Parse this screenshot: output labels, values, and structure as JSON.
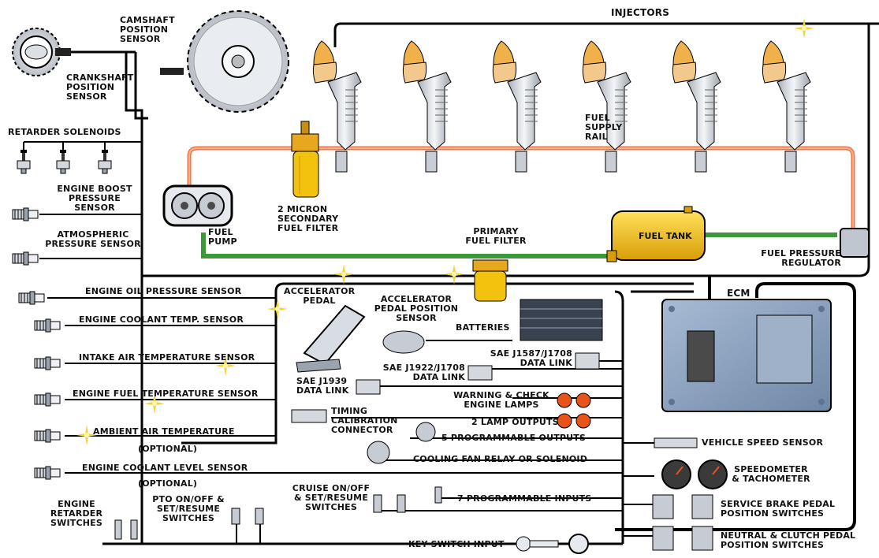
{
  "components": {
    "injectors": "INJECTORS",
    "camshaft_sensor": "CAMSHAFT POSITION SENSOR",
    "crankshaft_sensor": "CRANKSHAFT POSITION SENSOR",
    "retarder_solenoids": "RETARDER SOLENOIDS",
    "engine_boost_sensor": "ENGINE BOOST PRESSURE SENSOR",
    "atmospheric_sensor": "ATMOSPHERIC PRESSURE SENSOR",
    "fuel_pump": "FUEL PUMP",
    "secondary_filter": "2 MICRON SECONDARY FUEL FILTER",
    "fuel_supply_rail": "FUEL SUPPLY RAIL",
    "primary_filter": "PRIMARY FUEL FILTER",
    "fuel_tank": "FUEL TANK",
    "fuel_pressure_regulator": "FUEL PRESSURE REGULATOR",
    "ecm": "ECM",
    "oil_pressure_sensor": "ENGINE OIL PRESSURE SENSOR",
    "coolant_temp_sensor": "ENGINE COOLANT TEMP. SENSOR",
    "intake_air_temp_sensor": "INTAKE AIR TEMPERATURE SENSOR",
    "fuel_temp_sensor": "ENGINE FUEL TEMPERATURE SENSOR",
    "ambient_air_temp": "AMBIENT AIR TEMPERATURE",
    "ambient_optional": "(OPTIONAL)",
    "coolant_level_sensor": "ENGINE COOLANT LEVEL SENSOR",
    "coolant_level_optional": "(OPTIONAL)",
    "engine_retarder_switches": "ENGINE RETARDER SWITCHES",
    "pto_switches": "PTO ON/OFF & SET/RESUME SWITCHES",
    "cruise_switches": "CRUISE ON/OFF & SET/RESUME SWITCHES",
    "programmable_inputs": "7 PROGRAMMABLE INPUTS",
    "key_switch_input": "KEY SWITCH INPUT",
    "accelerator_pedal": "ACCELERATOR PEDAL",
    "accelerator_pedal_sensor": "ACCELERATOR PEDAL POSITION SENSOR",
    "batteries": "BATTERIES",
    "sae_j1587_j1708": "SAE J1587/J1708 DATA LINK",
    "sae_j1922_j1708": "SAE J1922/J1708 DATA LINK",
    "sae_j1939": "SAE J1939 DATA LINK",
    "warning_lamps": "WARNING & CHECK ENGINE LAMPS",
    "lamp_outputs": "2 LAMP OUTPUTS",
    "programmable_outputs": "5 PROGRAMMABLE OUTPUTS",
    "timing_calibration": "TIMING CALIBRATION CONNECTOR",
    "cooling_fan": "COOLING FAN RELAY OR SOLENOID",
    "vehicle_speed_sensor": "VEHICLE SPEED SENSOR",
    "speedometer": "SPEEDOMETER & TACHOMETER",
    "service_brake": "SERVICE BRAKE PEDAL POSITION SWITCHES",
    "neutral_clutch": "NEUTRAL & CLUTCH PEDAL POSITION SWITCHES"
  },
  "colors": {
    "wire": "#000000",
    "fuel_return_line": "#e8784a",
    "fuel_supply_line": "#3a9a3a",
    "injector_top": "#f0b14a",
    "injector_body": "#d8dde4",
    "fuel_tank": "#f2c20e",
    "ecm_body": "#8ba3c0",
    "lamp": "#e8531a",
    "spark": "#f7d23a"
  }
}
